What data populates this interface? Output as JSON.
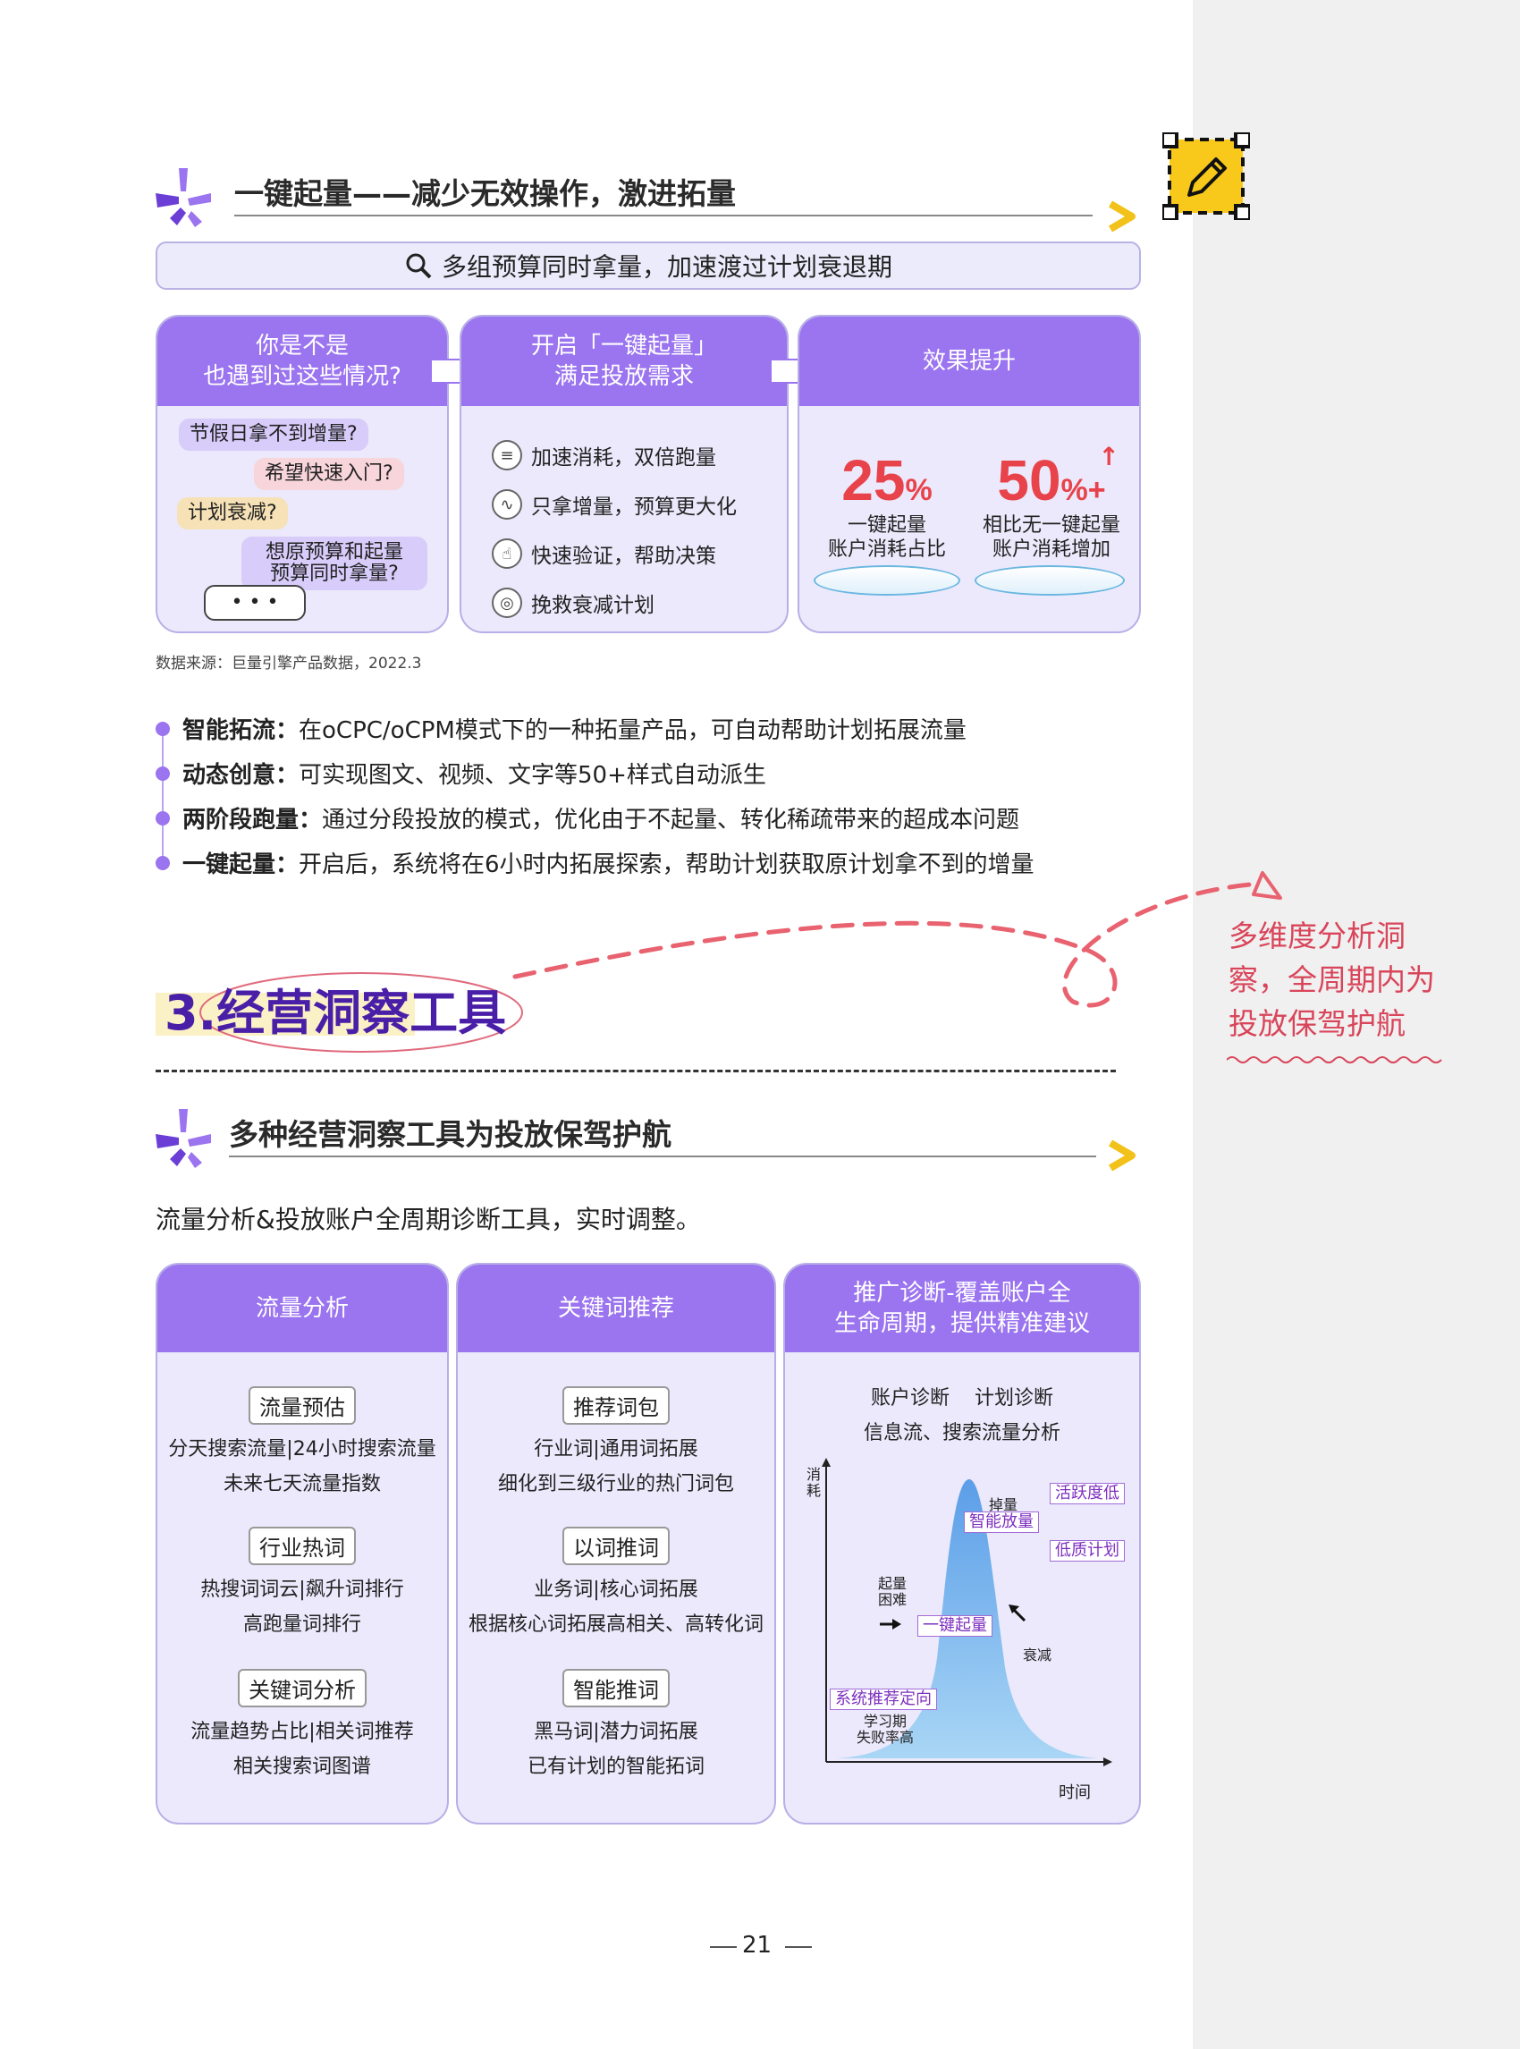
{
  "section_one": {
    "title": "一键起量——减少无效操作，激进拓量",
    "banner": "多组预算同时拿量，加速渡过计划衰退期",
    "card_problems": {
      "heading_line1": "你是不是",
      "heading_line2": "也遇到过这些情况?",
      "bubbles": [
        "节假日拿不到增量?",
        "希望快速入门?",
        "计划衰减?",
        "想原预算和起量",
        "预算同时拿量?",
        "• • •"
      ]
    },
    "card_solution": {
      "heading_line1": "开启「一键起量」",
      "heading_line2": "满足投放需求",
      "items": [
        {
          "icon": "speed-icon",
          "label": "加速消耗，双倍跑量"
        },
        {
          "icon": "trend-icon",
          "label": "只拿增量，预算更大化"
        },
        {
          "icon": "thumbs-up-icon",
          "label": "快速验证，帮助决策"
        },
        {
          "icon": "target-icon",
          "label": "挽救衰减计划"
        }
      ]
    },
    "card_effect": {
      "heading": "效果提升",
      "stat1": {
        "value": "25",
        "suffix": "%",
        "label_line1": "一键起量",
        "label_line2": "账户消耗占比"
      },
      "stat2": {
        "value": "50",
        "suffix": "%+",
        "label_line1": "相比无一键起量",
        "label_line2": "账户消耗增加"
      }
    },
    "source": "数据来源：巨量引擎产品数据，2022.3",
    "bullets": [
      {
        "term": "智能拓流：",
        "text": "在oCPC/oCPM模式下的一种拓量产品，可自动帮助计划拓展流量"
      },
      {
        "term": "动态创意：",
        "text": "可实现图文、视频、文字等50+样式自动派生"
      },
      {
        "term": "两阶段跑量：",
        "text": "通过分段投放的模式，优化由于不起量、转化稀疏带来的超成本问题"
      },
      {
        "term": "一键起量：",
        "text": "开启后，系统将在6小时内拓展探索，帮助计划获取原计划拿不到的增量"
      }
    ]
  },
  "chapter": {
    "title": "3.经营洞察工具",
    "note_lines": [
      "多维度分析洞",
      "察，全周期内为",
      "投放保驾护航"
    ]
  },
  "section_two": {
    "title": "多种经营洞察工具为投放保驾护航",
    "intro": "流量分析&投放账户全周期诊断工具，实时调整。",
    "card_traffic": {
      "heading": "流量分析",
      "groups": [
        {
          "tag": "流量预估",
          "lines": [
            "分天搜索流量|24小时搜索流量",
            "未来七天流量指数"
          ]
        },
        {
          "tag": "行业热词",
          "lines": [
            "热搜词词云|飙升词排行",
            "高跑量词排行"
          ]
        },
        {
          "tag": "关键词分析",
          "lines": [
            "流量趋势占比|相关词推荐",
            "相关搜索词图谱"
          ]
        }
      ]
    },
    "card_keywords": {
      "heading": "关键词推荐",
      "groups": [
        {
          "tag": "推荐词包",
          "lines": [
            "行业词|通用词拓展",
            "细化到三级行业的热门词包"
          ]
        },
        {
          "tag": "以词推词",
          "lines": [
            "业务词|核心词拓展",
            "根据核心词拓展高相关、高转化词"
          ]
        },
        {
          "tag": "智能推词",
          "lines": [
            "黑马词|潜力词拓展",
            "已有计划的智能拓词"
          ]
        }
      ]
    },
    "card_diagnosis": {
      "heading_line1": "推广诊断-覆盖账户全",
      "heading_line2": "生命周期，提供精准建议",
      "line1": "账户诊断    计划诊断",
      "line2": "信息流、搜索流量分析",
      "chart": {
        "y_label": "消耗",
        "x_label": "时间",
        "tags": [
          "活跃度低",
          "智能放量",
          "低质计划",
          "一键起量",
          "系统推荐定向"
        ],
        "notes": {
          "drop": "掉量",
          "start_line1": "起量",
          "start_line2": "困难",
          "decay": "衰减",
          "learn_line1": "学习期",
          "learn_line2": "失败率高"
        }
      }
    }
  },
  "page_number": "21"
}
